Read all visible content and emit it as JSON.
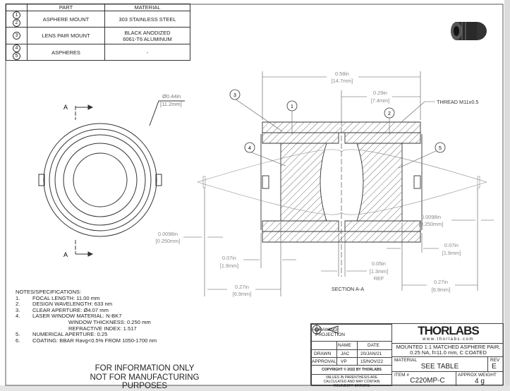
{
  "parts_table": {
    "headers": [
      "PART",
      "MATERIAL"
    ],
    "rows": [
      {
        "balloons": [
          "1",
          "2"
        ],
        "part": "ASPHERE MOUNT",
        "material": "303 STAINLESS STEEL"
      },
      {
        "balloons": [
          "3"
        ],
        "part": "LENS PAIR MOUNT",
        "material": "BLACK ANODIZED 6061-T6 ALUMINUM"
      },
      {
        "balloons": [
          "4",
          "5"
        ],
        "part": "ASPHERES",
        "material": "-"
      }
    ]
  },
  "front_view": {
    "section_label": "A",
    "diameter_in": "Ø0.44in",
    "diameter_mm": "[11.2mm]"
  },
  "section_view": {
    "title": "SECTION A-A",
    "thread": "THREAD M11x0.5",
    "balloons": [
      "1",
      "2",
      "3",
      "4",
      "5"
    ],
    "dims": {
      "overall_in": "0.58in",
      "overall_mm": "[14.7mm]",
      "half_in": "0.29in",
      "half_mm": "[7.4mm]",
      "window_in": "0.0098in",
      "window_mm": "[0.250mm]",
      "window_l_in": "0.0098in",
      "window_l_mm": "[0.250mm]",
      "edge_r_in": "0.07in",
      "edge_r_mm": "[1.9mm]",
      "edge_l_in": "0.07in",
      "edge_l_mm": "[1.9mm]",
      "focal_l_in": "0.27in",
      "focal_l_mm": "[6.9mm]",
      "focal_r_in": "0.27in",
      "focal_r_mm": "[6.9mm]",
      "gap_in": "0.05in",
      "gap_mm": "[1.3mm]",
      "gap_ref": "REF"
    }
  },
  "notes": {
    "title": "NOTES/SPECIFICATIONS:",
    "items": [
      {
        "num": "1.",
        "text": "FOCAL LENGTH: 11.00 mm"
      },
      {
        "num": "2.",
        "text": "DESIGN WAVELENGTH: 633 nm"
      },
      {
        "num": "3.",
        "text": "CLEAR APERTURE: Ø4.07 mm"
      },
      {
        "num": "4.",
        "text": "LASER WINDOW MATERIAL: N-BK7"
      },
      {
        "num": "",
        "text": "WINDOW THICKNESS: 0.250 mm"
      },
      {
        "num": "",
        "text": "REFRACTIVE INDEX: 1.517"
      },
      {
        "num": "5.",
        "text": "NUMERICAL APERTURE: 0.25"
      },
      {
        "num": "6.",
        "text": "COATING: BBAR Ravg<0.5% FROM 1050-1700 nm"
      }
    ]
  },
  "disclaimer": [
    "FOR INFORMATION ONLY",
    "NOT FOR MANUFACTURING PURPOSES"
  ],
  "title_block": {
    "projection": "DRAWING PROJECTION",
    "name_h": "NAME",
    "date_h": "DATE",
    "drawn": "DRAWN",
    "drawn_name": "JAC",
    "drawn_date": "20/JAN/21",
    "approval": "APPROVAL",
    "approval_name": "VP",
    "approval_date": "15/NOV/22",
    "copyright": "COPYRIGHT © 2022 BY THORLABS",
    "values_note": "VALUES IN PARENTHESIS ARE CALCULATED AND MAY CONTAIN ROUNDOFF ERRORS",
    "logo": "THORLABS",
    "website": "www.thorlabs.com",
    "description": "MOUNTED 1:1 MATCHED ASPHERE PAIR, 0.25 NA, f=11.0 mm, C COATED",
    "material_label": "MATERIAL",
    "material": "SEE TABLE",
    "rev_label": "REV",
    "rev": "E",
    "item_label": "ITEM #",
    "item": "C220MP-C",
    "weight_label": "APPROX WEIGHT",
    "weight": "4 g"
  }
}
